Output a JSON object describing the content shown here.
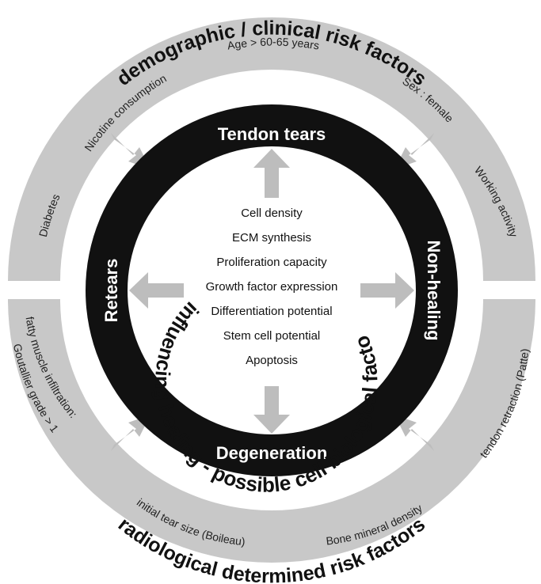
{
  "outer_top": {
    "title": "demographic / clinical risk factors",
    "factors": {
      "age": "Age > 60-65 years",
      "sex": "Sex : female",
      "nicotine": "Nicotine consumption",
      "working": "Working activity",
      "diabetes": "Diabetes"
    }
  },
  "outer_bottom": {
    "title": "radiological determined risk factors",
    "factors": {
      "fatty_line1": "fatty muscle infiltration:",
      "fatty_line2": "Goutallier grade > 1",
      "tear_size": "initial tear size (Boileau)",
      "bone_density": "Bone mineral density",
      "retraction": "tendon retraction (Patte)"
    }
  },
  "ring": {
    "top": "Tendon tears",
    "right": "Non-healing",
    "bottom": "Degeneration",
    "left": "Retears"
  },
  "inner": {
    "arc_title": "influencing healing - possible cell biological factors",
    "items": [
      "Cell density",
      "ECM synthesis",
      "Proliferation capacity",
      "Growth factor expression",
      "Differentiation potential",
      "Stem cell potential",
      "Apoptosis"
    ]
  },
  "colors": {
    "outer_ring": "#c8c8c8",
    "black_ring": "#111111",
    "arrow": "#bdbdbd"
  }
}
